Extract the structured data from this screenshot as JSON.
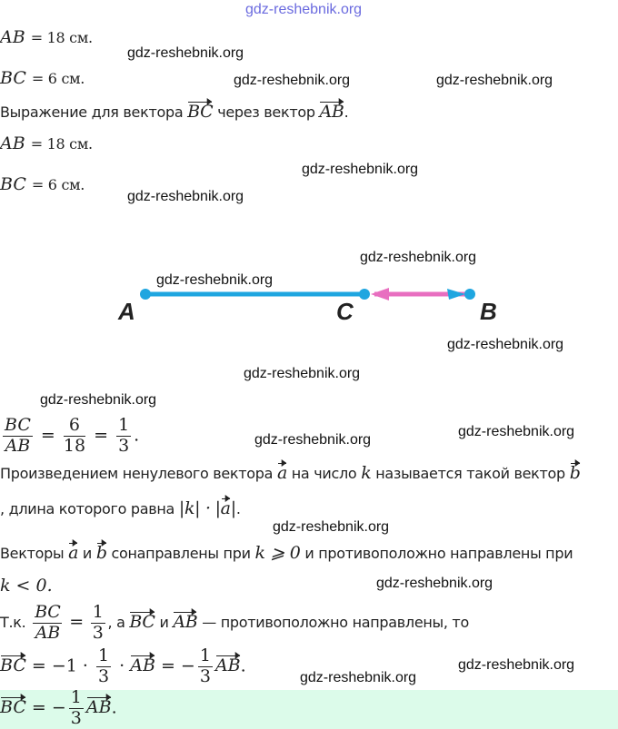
{
  "watermark": "gdz-reshebnik.org",
  "given": {
    "ab": "AB",
    "ab_val": "= 18 см.",
    "bc": "BC",
    "bc_val": "= 6 см."
  },
  "task": {
    "prefix": "Выражение для вектора",
    "vec1": "BC",
    "middle": "через вектор",
    "vec2": "AB",
    "suffix": "."
  },
  "diagram": {
    "labels": [
      "A",
      "C",
      "B"
    ],
    "colors": {
      "segment": "#1fa6e0",
      "vector": "#e86fc0",
      "point": "#1fa6e0"
    }
  },
  "ratio": {
    "num1": "BC",
    "den1": "AB",
    "eq": "=",
    "num2": "6",
    "den2": "18",
    "num3": "1",
    "den3": "3",
    "end": "."
  },
  "definition": {
    "line1_a": "Произведением ненулевого вектора",
    "a": "a",
    "line1_b": "на число",
    "k": "k",
    "line1_c": "называется такой вектор",
    "b": "b",
    "line2_a": ", длина которого равна",
    "line2_math": "|k| ·"
  },
  "rule": {
    "a_text": "Векторы",
    "a": "a",
    "and": "и",
    "b": "b",
    "co": "сонаправлены при",
    "cond1": "k ⩾ 0",
    "opp": "и противоположно направлены при",
    "cond2": "k < 0."
  },
  "conclusion": {
    "prefix": "Т.к.",
    "num": "BC",
    "den": "AB",
    "eq": "=",
    "fn": "1",
    "fd": "3",
    "comma_a": ", а",
    "v1": "BC",
    "and": "и",
    "v2": "AB",
    "rest": "— противоположно направлены, то"
  },
  "calc": {
    "v": "BC",
    "eq1": "= −1 ·",
    "fn": "1",
    "fd": "3",
    "dot": "·",
    "v2": "AB",
    "eq2": "= −",
    "v3": "AB",
    "end": "."
  },
  "answer": {
    "v": "BC",
    "eq": "= −",
    "fn": "1",
    "fd": "3",
    "v2": "AB",
    "end": "."
  }
}
